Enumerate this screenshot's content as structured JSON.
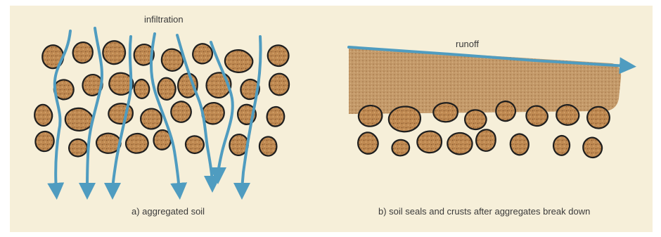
{
  "labels": {
    "infiltration": "infiltration",
    "runoff": "runoff",
    "panel_a_caption": "a) aggregated soil",
    "panel_b_caption": "b) soil seals and crusts after aggregates break down"
  },
  "colors": {
    "background": "#f6efd9",
    "aggregate_fill": "#c08a52",
    "aggregate_outline": "#1e1e1e",
    "water_arrow": "#4f9cc0",
    "crust": "#c49a6a"
  },
  "icons": {
    "flow_arrow": "arrow-icon"
  }
}
